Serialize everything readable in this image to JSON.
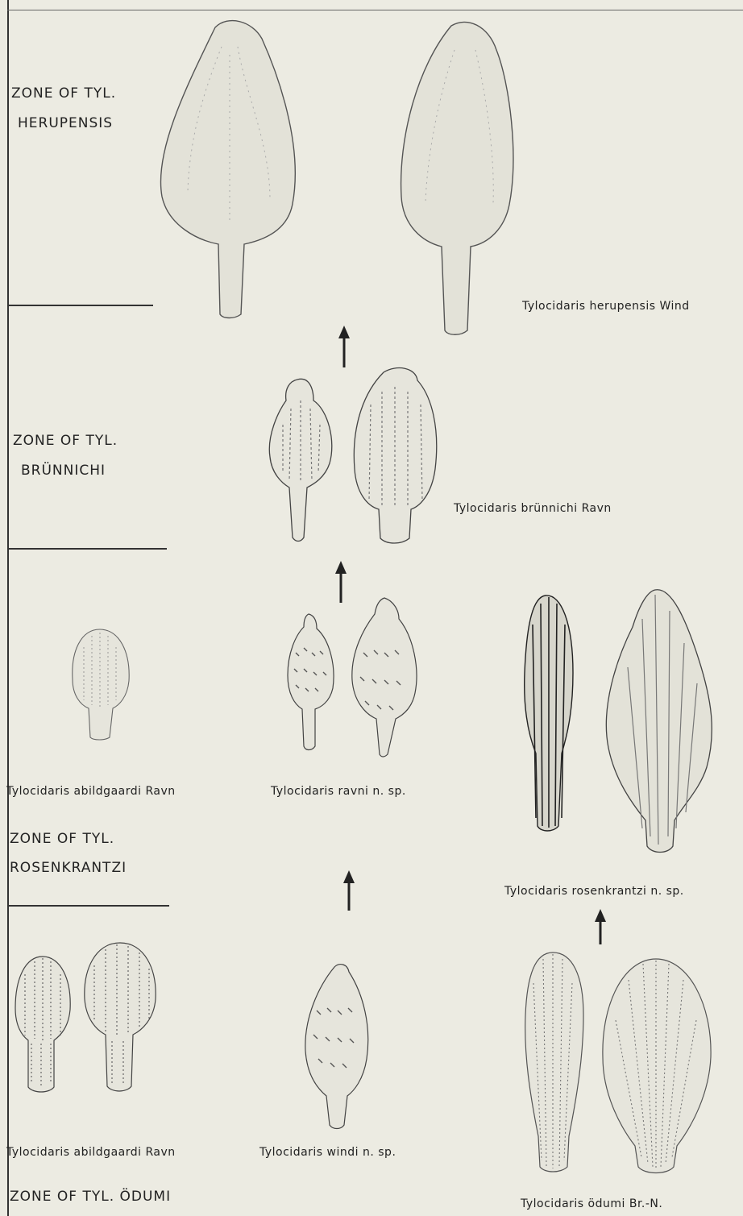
{
  "zones": {
    "herupensis_l1": "ZONE OF TYL.",
    "herupensis_l2": "HERUPENSIS",
    "brunnichi_l1": "ZONE OF TYL.",
    "brunnichi_l2": "BRÜNNICHI",
    "rosenkrantzi_l1": "ZONE OF TYL.",
    "rosenkrantzi_l2": "ROSENKRANTZI",
    "odumi": "ZONE OF TYL. ÖDUMI"
  },
  "captions": {
    "herupensis": "Tylocidaris herupensis Wind",
    "brunnichi": "Tylocidaris brünnichi Ravn",
    "abildgaardi_upper": "Tylocidaris abildgaardi Ravn",
    "ravni": "Tylocidaris ravni n. sp.",
    "rosenkrantzi": "Tylocidaris rosenkrantzi n. sp.",
    "abildgaardi_lower": "Tylocidaris abildgaardi Ravn",
    "windi": "Tylocidaris windi n. sp.",
    "odumi": "Tylocidaris ödumi Br.-N."
  }
}
